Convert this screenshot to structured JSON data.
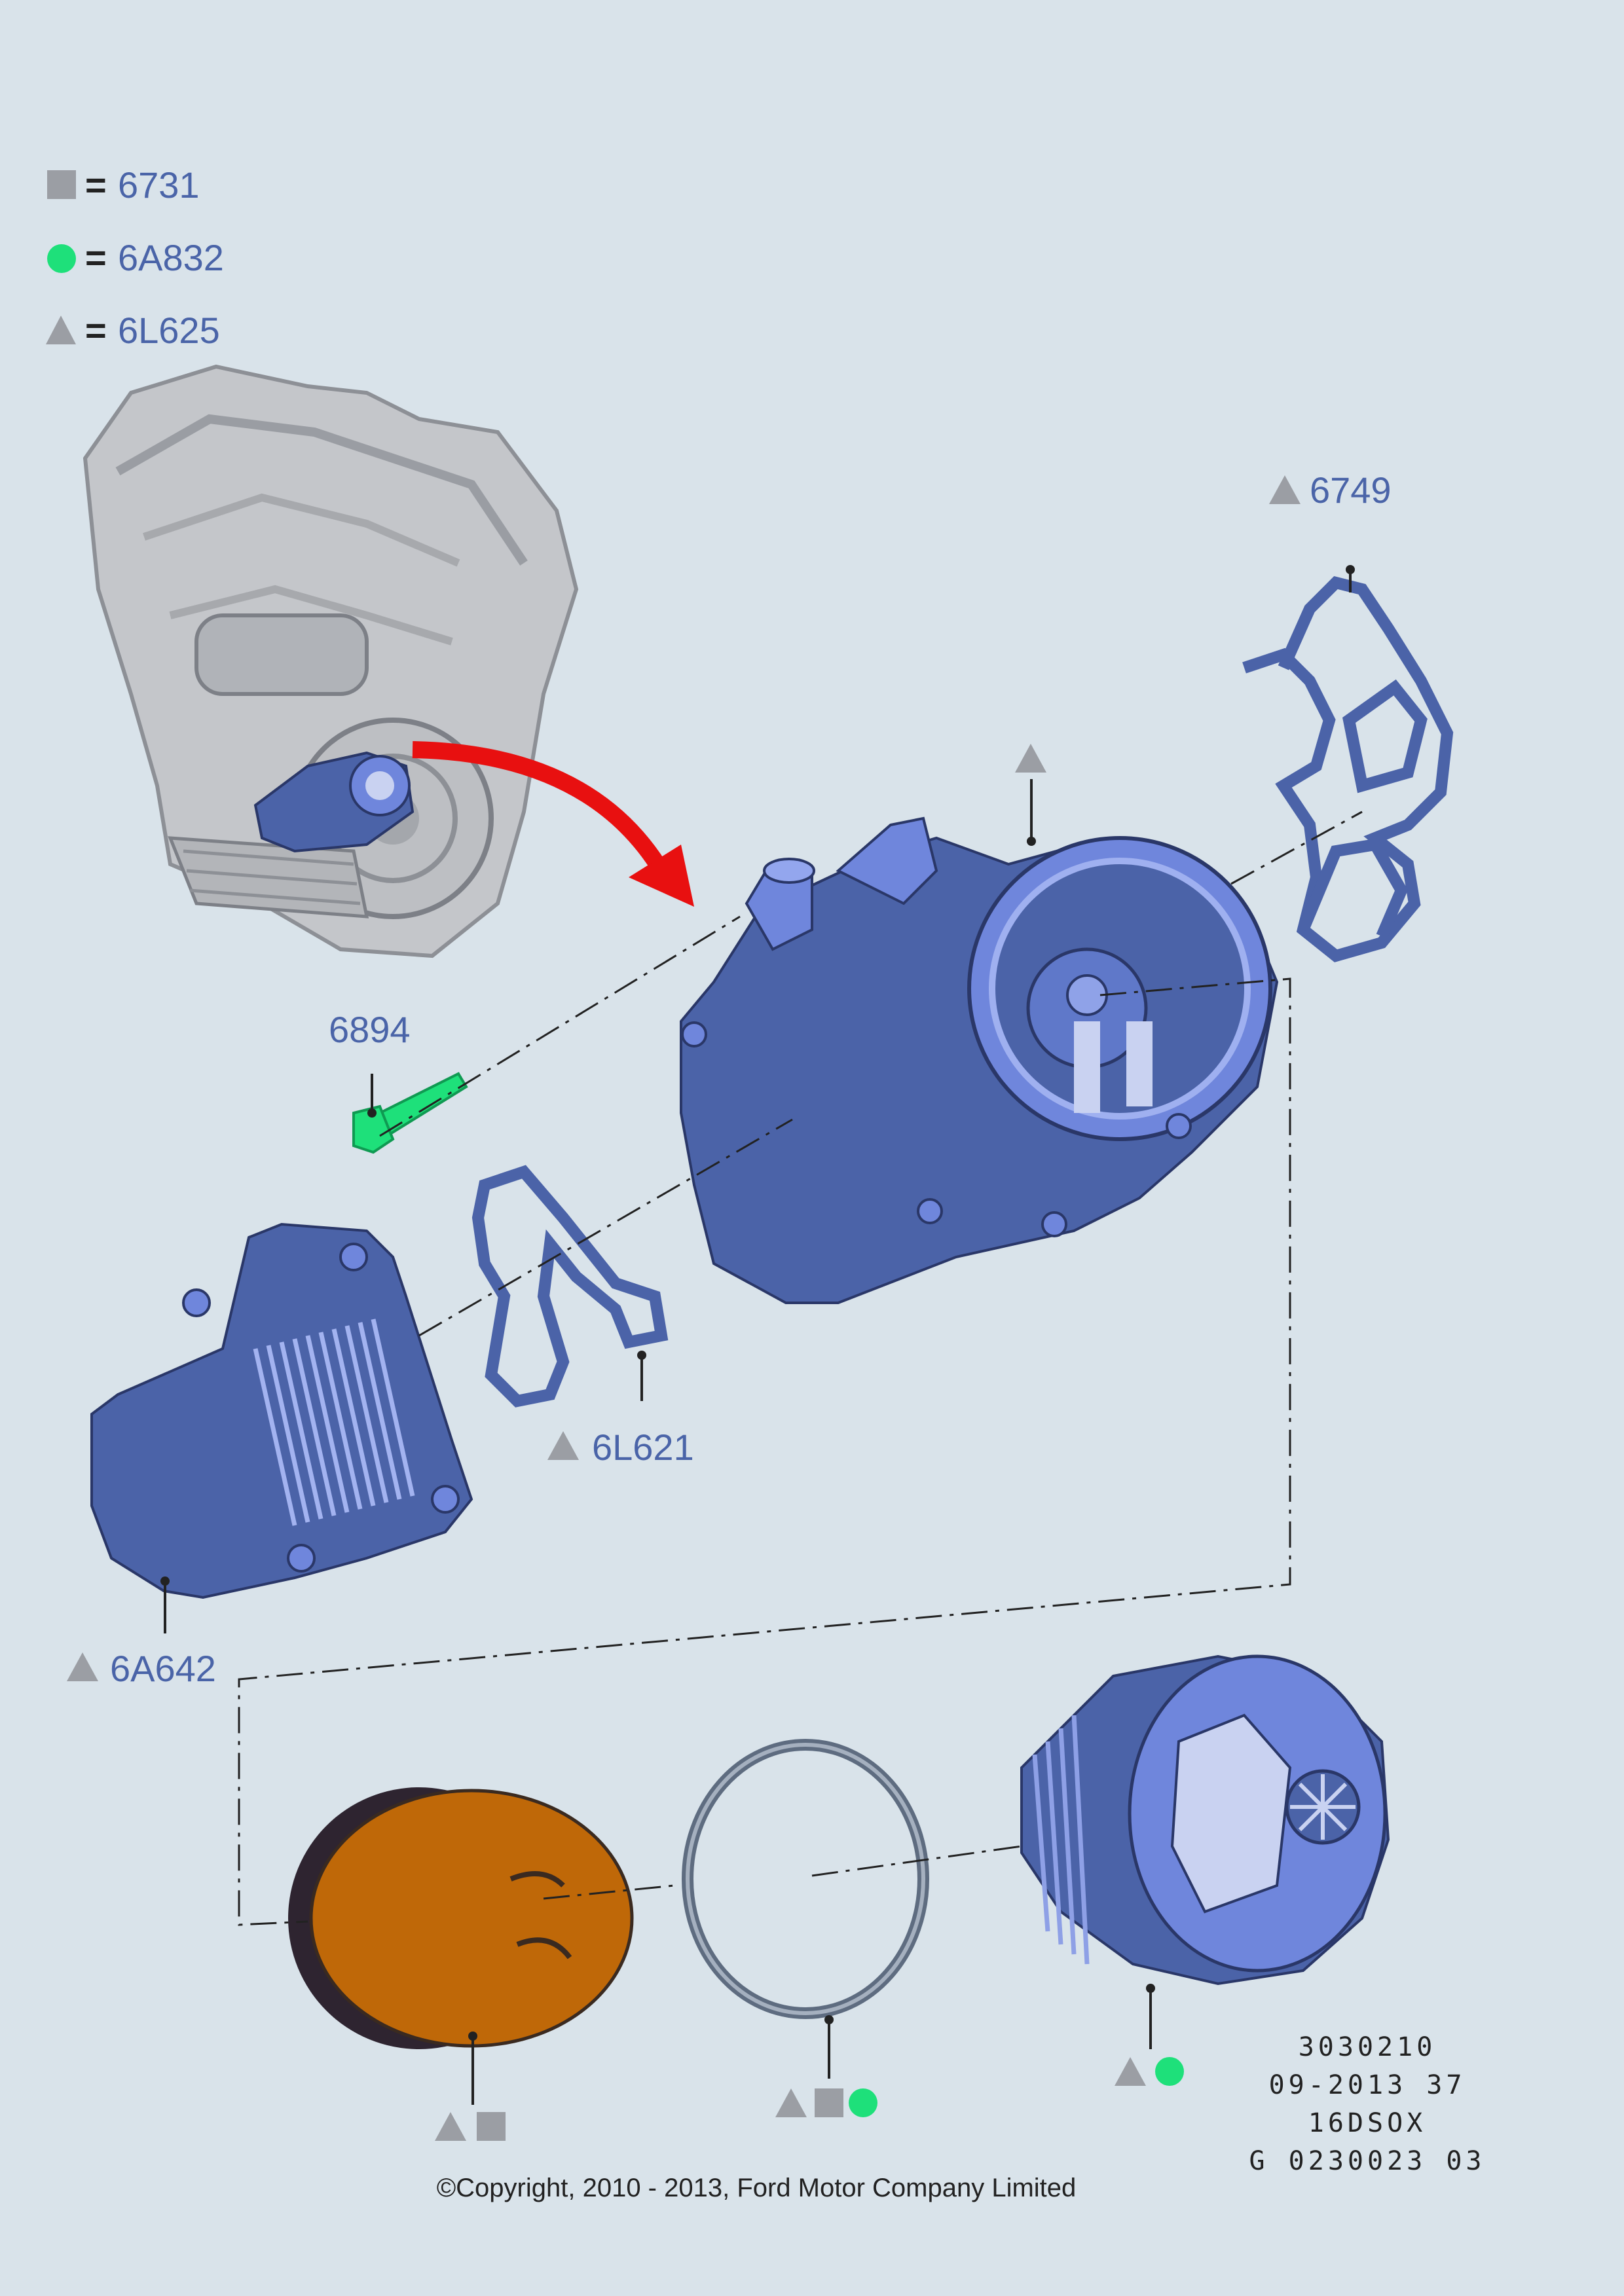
{
  "colors": {
    "background": "#d9e3ea",
    "label": "#4a64a8",
    "part_blue": "#4b63a8",
    "part_blue_light": "#6f86dc",
    "square_marker": "#9b9ea4",
    "circle_marker": "#1ee07a",
    "triangle_marker": "#9b9ea4",
    "arrow": "#e81010",
    "filter_element": "#bf6808",
    "engine_grey": "#b7b9bd"
  },
  "legend": [
    {
      "symbol": "square-icon",
      "code": "6731"
    },
    {
      "symbol": "circle-icon",
      "code": "6A832"
    },
    {
      "symbol": "triangle-icon",
      "code": "6L625"
    }
  ],
  "legend_eq": "=",
  "parts": {
    "gasket_top": "6749",
    "bolt": "6894",
    "gasket_cooler": "6L621",
    "oil_cooler": "6A642"
  },
  "reference": [
    "3030210",
    "09-2013 37",
    "16DSOX",
    "G 0230023 03"
  ],
  "copyright": "©Copyright, 2010 - 2013, Ford Motor Company Limited"
}
